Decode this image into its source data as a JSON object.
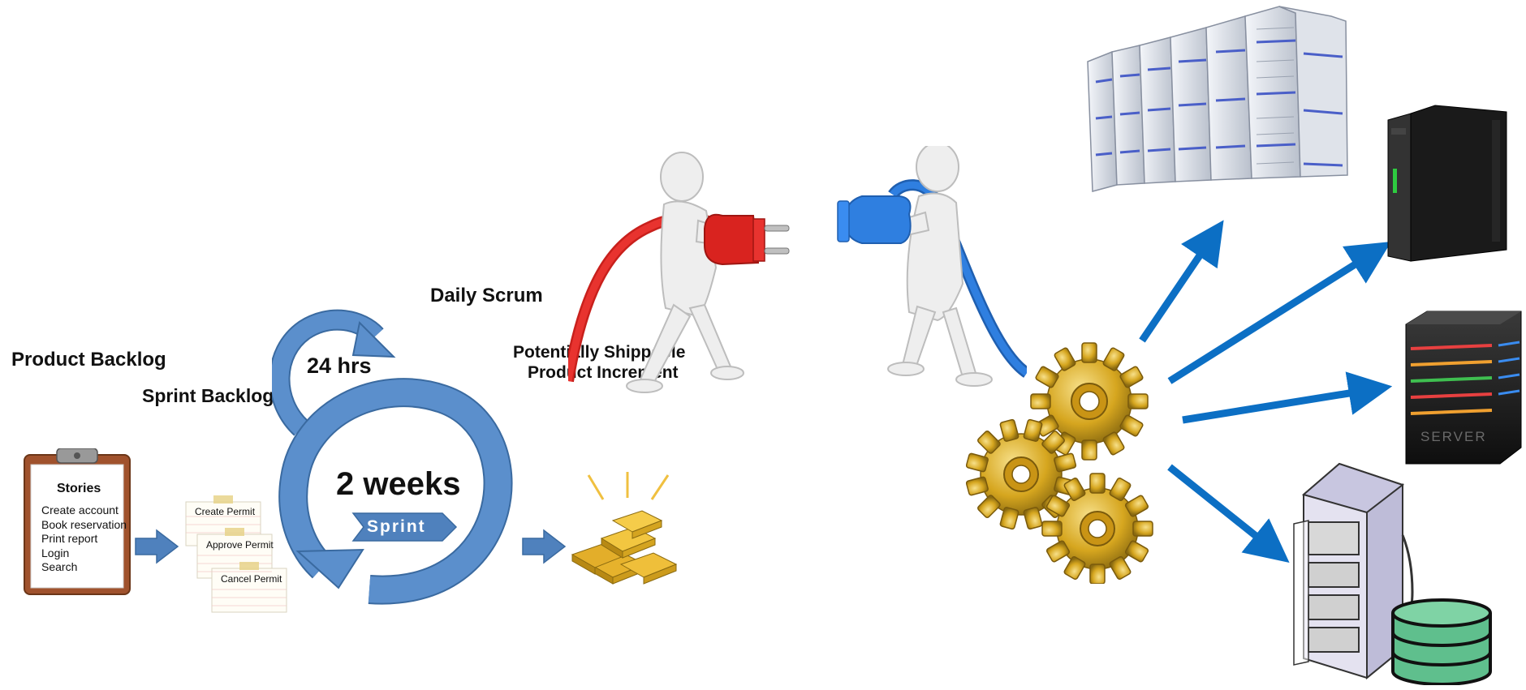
{
  "labels": {
    "product_backlog": "Product Backlog",
    "sprint_backlog": "Sprint Backlog",
    "hours": "24 hrs",
    "daily_scrum": "Daily Scrum",
    "weeks": "2 weeks",
    "sprint": "Sprint",
    "increment_line1": "Potentially Shippable",
    "increment_line2": "Product Increment"
  },
  "clipboard": {
    "title": "Stories",
    "items": [
      "Create account",
      "Book reservation",
      "Print report",
      "Login",
      "Search"
    ]
  },
  "cards": [
    "Create Permit",
    "Approve Permit",
    "Cancel Permit"
  ],
  "server_label": "SERVER",
  "icons": [
    "clipboard-icon",
    "note-cards-icon",
    "cycle-arrow-icon",
    "gold-bars-icon",
    "plug-figures-icon",
    "gears-icon",
    "server-rack-icon",
    "tower-server-icon",
    "database-icon"
  ],
  "colors": {
    "flow_blue": "#4f81bd",
    "arrow_blue": "#0c6fc4",
    "gold": "#d6a61f",
    "plug_red": "#e8332f",
    "plug_blue": "#2f7fe0",
    "db_green": "#5fbf8d"
  }
}
